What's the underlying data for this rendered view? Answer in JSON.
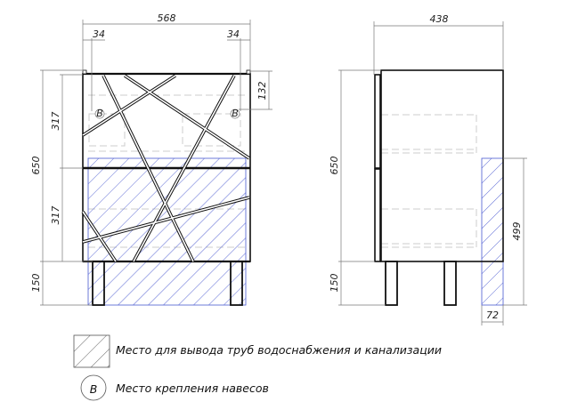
{
  "front_view": {
    "width_label": "568",
    "left_offset_label": "34",
    "right_offset_label": "34",
    "height_label": "650",
    "upper_drawer_label": "317",
    "lower_drawer_label": "317",
    "legs_label": "150",
    "mount_offset_label": "132",
    "mount_marker_left": "B",
    "mount_marker_right": "B"
  },
  "side_view": {
    "depth_label": "438",
    "height_label": "650",
    "legs_label": "150",
    "pipe_zone_height_label": "499",
    "pipe_zone_depth_label": "72"
  },
  "legend": {
    "hatch_text": "Место для вывода труб водоснабжения и канализации",
    "mount_symbol": "B",
    "mount_text": "Место крепления навесов"
  },
  "colors": {
    "hatch": "#4a5ad0",
    "outline": "#111111"
  }
}
